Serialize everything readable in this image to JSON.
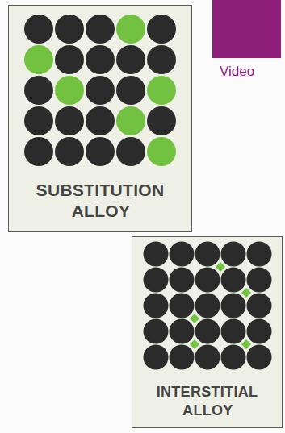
{
  "diagram": {
    "nodes": [
      {
        "text": [
          "SUBSTITUTION ALLOY"
        ]
      },
      {
        "text": [
          "INTERSTITIAL ALLOY"
        ]
      }
    ],
    "labels": [
      "Video"
    ]
  }
}
